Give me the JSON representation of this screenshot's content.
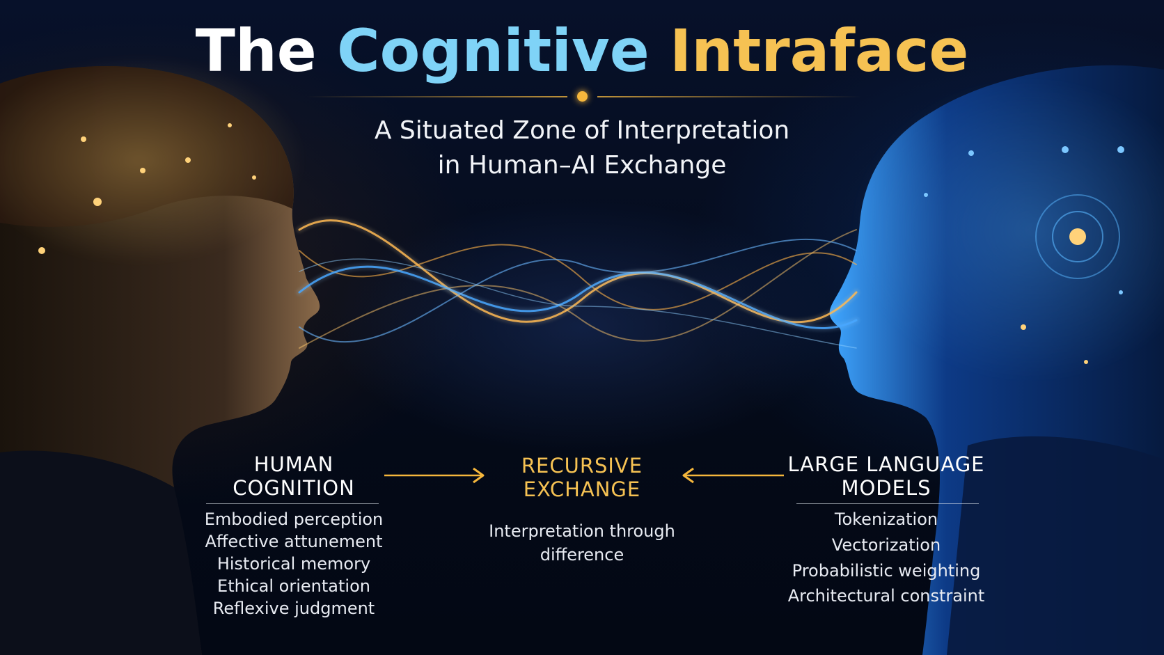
{
  "title": {
    "word1": "The",
    "word2": "Cognitive",
    "word3": "Intraface"
  },
  "subtitle": {
    "line1": "A Situated Zone of Interpretation",
    "line2": "in Human–AI Exchange"
  },
  "human_column": {
    "heading_line1": "HUMAN",
    "heading_line2": "COGNITION",
    "items": [
      "Embodied perception",
      "Affective attunement",
      "Historical memory",
      "Ethical orientation",
      "Reflexive judgment"
    ]
  },
  "center_column": {
    "heading_line1": "RECURSIVE",
    "heading_line2": "EXCHANGE",
    "description_line1": "Interpretation through",
    "description_line2": "difference"
  },
  "ai_column": {
    "heading_line1": "LARGE LANGUAGE",
    "heading_line2": "MODELS",
    "items": [
      "Tokenization",
      "Vectorization",
      "Probabilistic weighting",
      "Architectural constraint"
    ]
  },
  "colors": {
    "background": "#050b1a",
    "title_white": "#ffffff",
    "title_blue": "#7fd3f7",
    "accent_gold": "#f6c253",
    "human_glow": "#ffb347",
    "ai_glow": "#3aa0ff"
  },
  "icons": {
    "left_arrow": "arrow-right-icon",
    "right_arrow": "arrow-left-icon",
    "divider_ornament": "dot-icon"
  }
}
